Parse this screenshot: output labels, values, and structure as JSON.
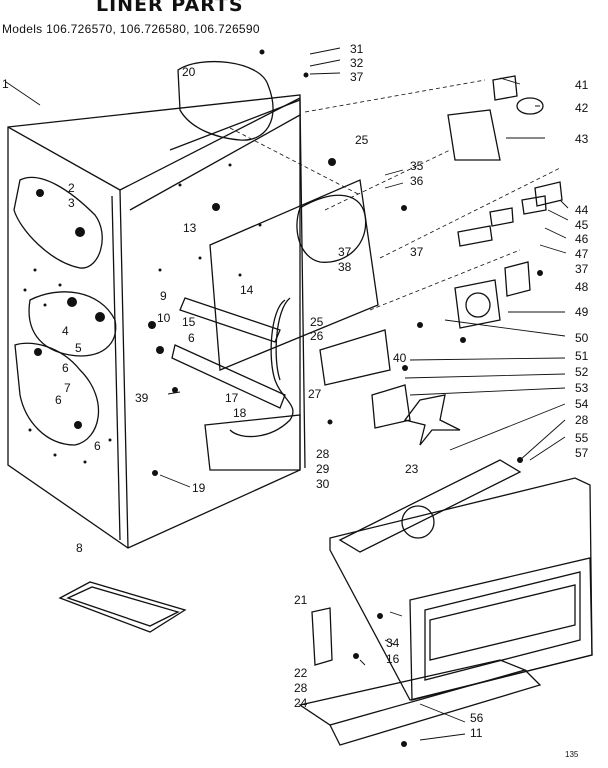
{
  "title": "LINER PARTS",
  "models": "Models 106.726570, 106.726580, 106.726590",
  "footnote": "135",
  "callouts": [
    "1",
    "2",
    "3",
    "4",
    "5",
    "6",
    "6",
    "7",
    "6",
    "8",
    "9",
    "10",
    "13",
    "14",
    "15",
    "6",
    "17",
    "18",
    "19",
    "20",
    "31",
    "32",
    "37",
    "25",
    "35",
    "36",
    "37",
    "38",
    "37",
    "41",
    "42",
    "43",
    "44",
    "45",
    "46",
    "47",
    "37",
    "48",
    "49",
    "50",
    "25",
    "26",
    "40",
    "51",
    "27",
    "52",
    "53",
    "54",
    "28",
    "55",
    "57",
    "28",
    "29",
    "30",
    "23",
    "39",
    "21",
    "34",
    "16",
    "22",
    "28",
    "24",
    "56",
    "11"
  ]
}
